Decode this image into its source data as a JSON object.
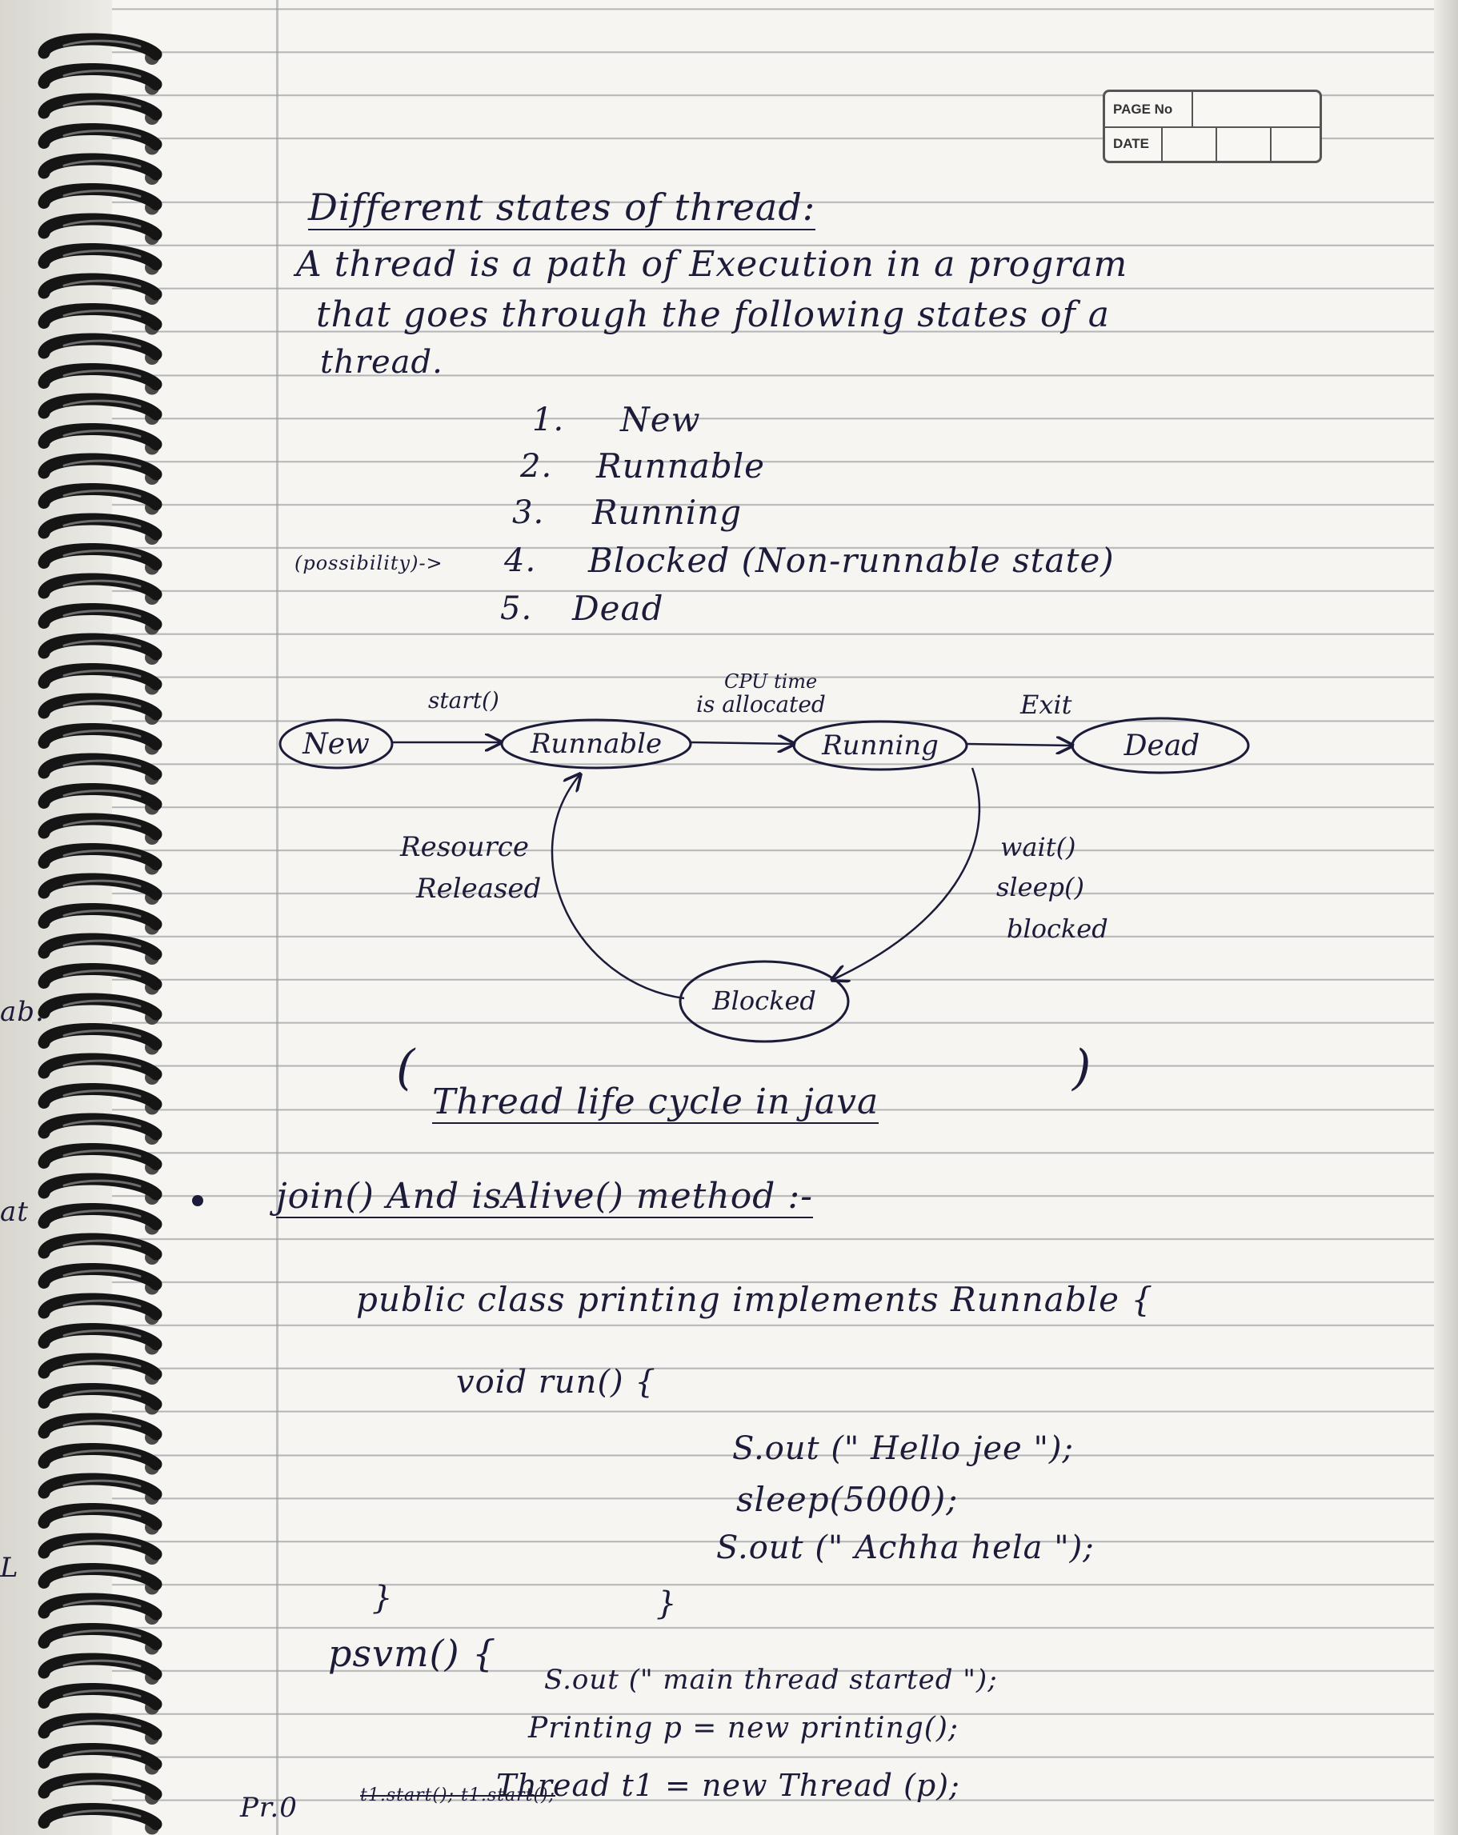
{
  "header_box": {
    "page_no_label": "PAGE No",
    "date_label": "DATE"
  },
  "margin_scribbles": [
    "ab.",
    "at",
    "L"
  ],
  "heading": "Different states of thread:",
  "intro": [
    "A thread is a path of Execution in a program",
    "that goes through the following states of a",
    "thread."
  ],
  "states": [
    {
      "num": "1.",
      "label": "New"
    },
    {
      "num": "2.",
      "label": "Runnable"
    },
    {
      "num": "3.",
      "label": "Running"
    },
    {
      "num": "4.",
      "label": "Blocked (Non-runnable state)",
      "note": "(possibility)->"
    },
    {
      "num": "5.",
      "label": "Dead"
    }
  ],
  "diagram": {
    "nodes": [
      "New",
      "Runnable",
      "Running",
      "Dead",
      "Blocked"
    ],
    "edges": {
      "new_to_runnable": "start()",
      "runnable_to_running_line1": "CPU time",
      "runnable_to_running_line2": "is allocated",
      "running_to_dead": "Exit",
      "blocked_to_runnable": [
        "Resource",
        "Released"
      ],
      "running_to_blocked": [
        "wait()",
        "sleep()",
        "blocked"
      ]
    }
  },
  "caption": "Thread life cycle in java",
  "section2_title": "join() And isAlive() method :-",
  "code": [
    "public class printing implements Runnable {",
    "void run() {",
    "S.out (\" Hello jee \");",
    "sleep(5000);",
    "S.out (\" Achha hela \");",
    "}",
    "}",
    "psvm() {",
    "S.out (\" main thread started \");",
    "Printing p = new printing();",
    "Thread t1 = new Thread (p);"
  ],
  "footer_note": "Pr.0",
  "footer_struck": "t1.start(); t1.start();"
}
